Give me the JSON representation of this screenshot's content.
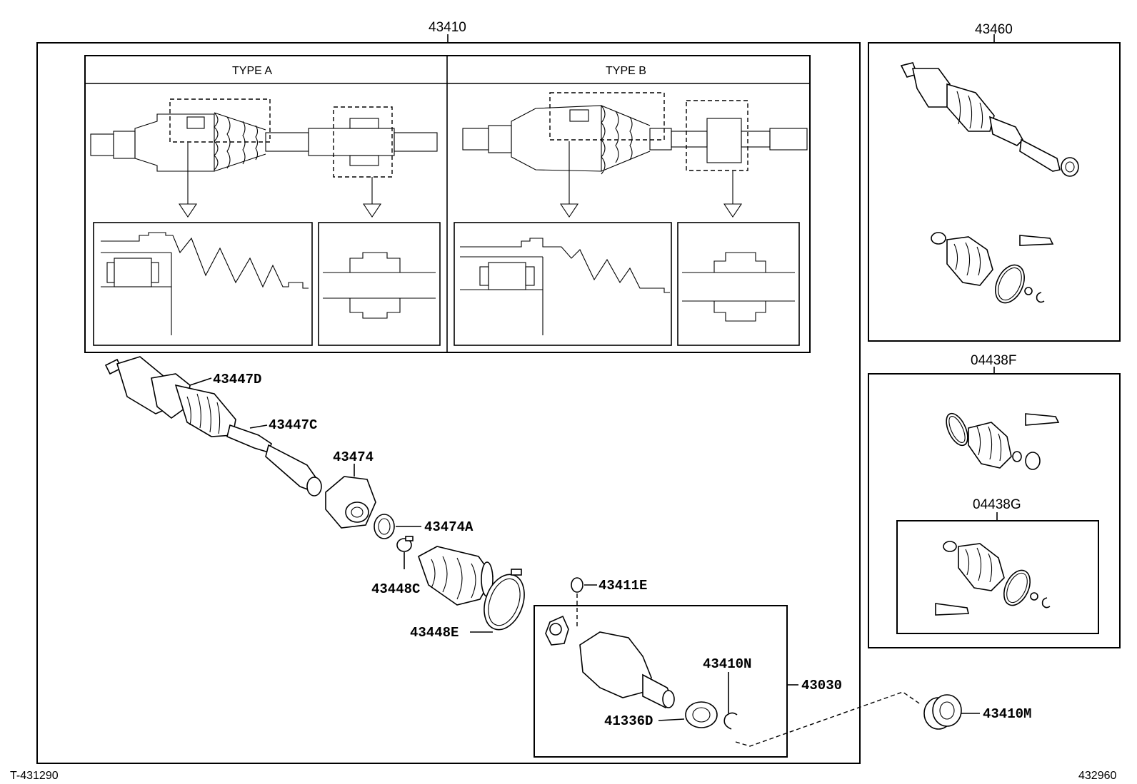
{
  "labels": {
    "assy_main": "43410",
    "assy_right": "43460",
    "kit_f": "04438F",
    "kit_g": "04438G",
    "type_a": "TYPE A",
    "type_b": "TYPE B",
    "p43447D": "43447D",
    "p43447C": "43447C",
    "p43474": "43474",
    "p43474A": "43474A",
    "p43448C": "43448C",
    "p43448E": "43448E",
    "p43411E": "43411E",
    "p43410N": "43410N",
    "p43030": "43030",
    "p41336D": "41336D",
    "p43410M": "43410M",
    "footer_left": "T-431290",
    "footer_right": "432960"
  }
}
